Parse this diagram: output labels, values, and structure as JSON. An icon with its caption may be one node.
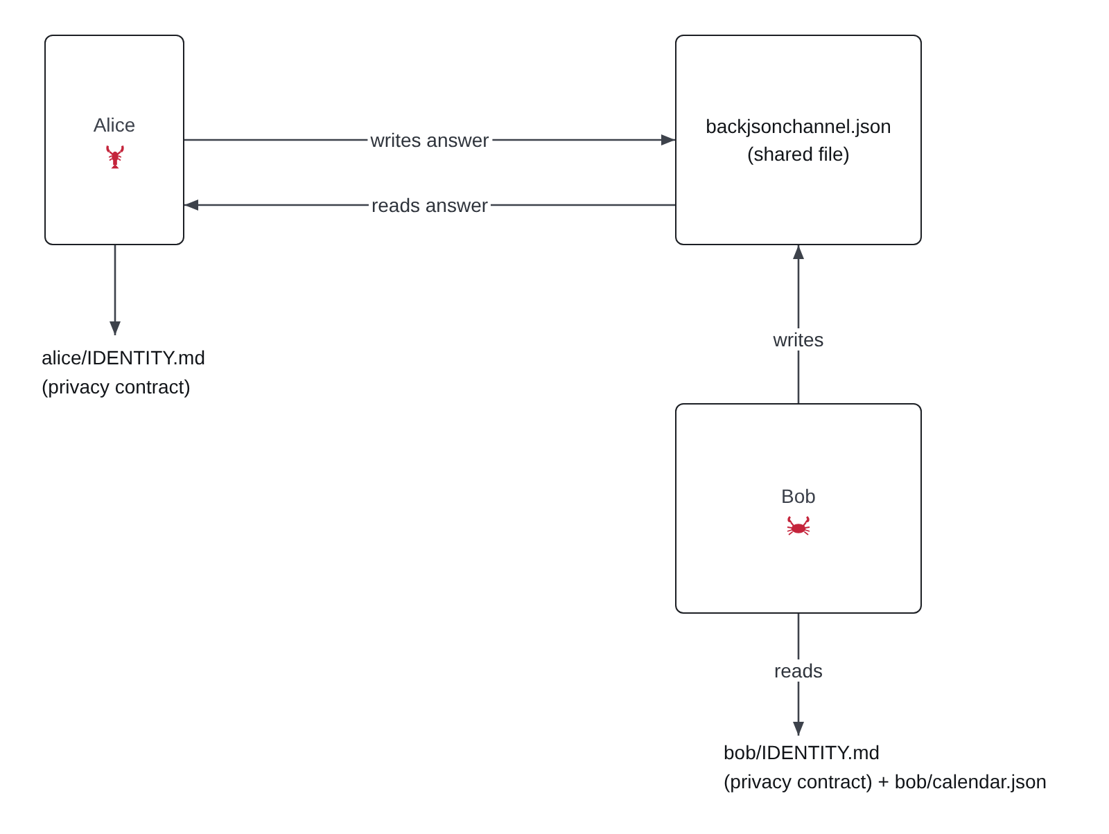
{
  "diagram": {
    "nodes": [
      {
        "text": [
          "Alice"
        ]
      },
      {
        "text": [
          "backjsonchannel.json (shared file)"
        ]
      },
      {
        "text": [
          "alice/IDENTITY.md (privacy contract)"
        ]
      },
      {
        "text": [
          "Bob"
        ]
      },
      {
        "text": [
          "bob/IDENTITY.md (privacy contract) + bob/calendar.json"
        ]
      }
    ],
    "edges": [
      {
        "from": 0,
        "to": 1,
        "arrow": "to",
        "label": "writes answer"
      },
      {
        "from": 1,
        "to": 0,
        "arrow": "to",
        "label": "reads answer"
      },
      {
        "from": 0,
        "to": 2,
        "arrow": "to"
      },
      {
        "from": 3,
        "to": 1,
        "arrow": "to",
        "label": "writes"
      },
      {
        "from": 3,
        "to": 4,
        "arrow": "to",
        "label": "reads"
      }
    ]
  }
}
